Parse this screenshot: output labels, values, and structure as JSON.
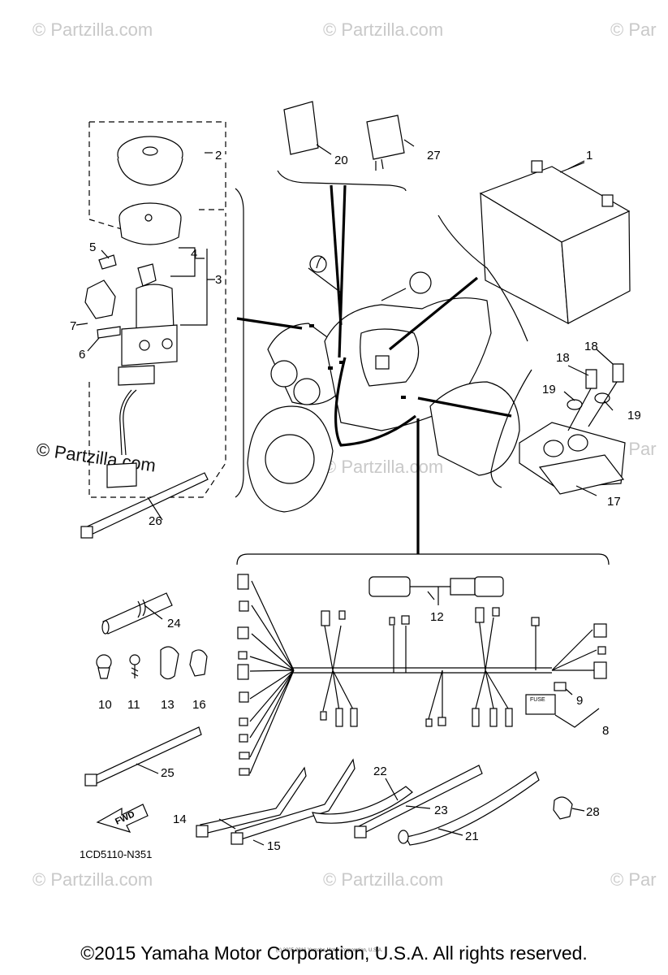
{
  "watermark": {
    "text": "© Partzilla.com",
    "text_cropped": "© Par",
    "text_main": "© Partzilla.com"
  },
  "diagram_code": "1CD5110-N351",
  "fwd_label": "FWD",
  "fuse_label": "FUSE",
  "tiny_center_text": "(c) 2005-2016 Yamaha Motor Corporation, U.S.A.",
  "copyright": "©2015 Yamaha Motor Corporation, U.S.A. All rights reserved.",
  "callouts": [
    "1",
    "2",
    "3",
    "4",
    "5",
    "6",
    "7",
    "8",
    "9",
    "10",
    "11",
    "12",
    "13",
    "14",
    "15",
    "16",
    "17",
    "18",
    "18",
    "19",
    "19",
    "20",
    "21",
    "22",
    "23",
    "24",
    "25",
    "26",
    "27",
    "28"
  ]
}
